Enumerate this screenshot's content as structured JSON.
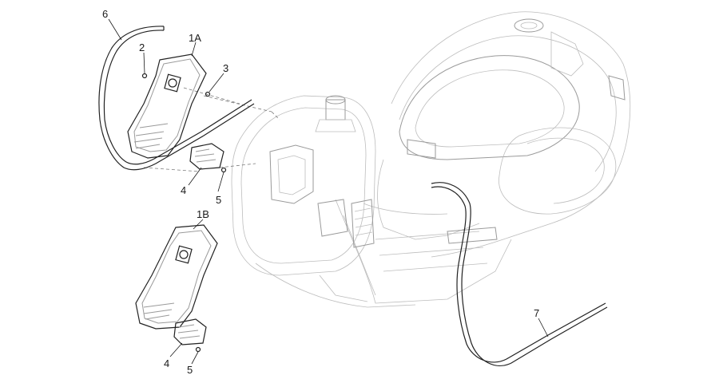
{
  "callouts": [
    {
      "id": "6"
    },
    {
      "id": "2"
    },
    {
      "id": "1A"
    },
    {
      "id": "3"
    },
    {
      "id": "4"
    },
    {
      "id": "5"
    },
    {
      "id": "1B"
    },
    {
      "id": "4"
    },
    {
      "id": "5"
    },
    {
      "id": "7"
    }
  ]
}
